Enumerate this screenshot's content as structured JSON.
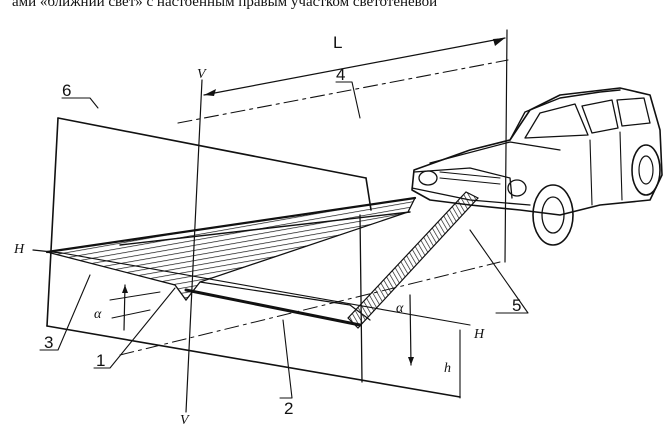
{
  "caption_fragment": "ами «ближний свет» с настоенным правым участком светотеневой",
  "labels": {
    "ref_1": "1",
    "ref_2": "2",
    "ref_3": "3",
    "ref_4": "4",
    "ref_5": "5",
    "ref_6": "6",
    "distance_L": "L",
    "vertical_top": "V",
    "vertical_bottom": "V",
    "horizontal_left": "H",
    "horizontal_right": "H",
    "angle_left": "α",
    "angle_right": "α",
    "height_h": "h"
  },
  "icons": {
    "vehicle": "car-illustration"
  }
}
